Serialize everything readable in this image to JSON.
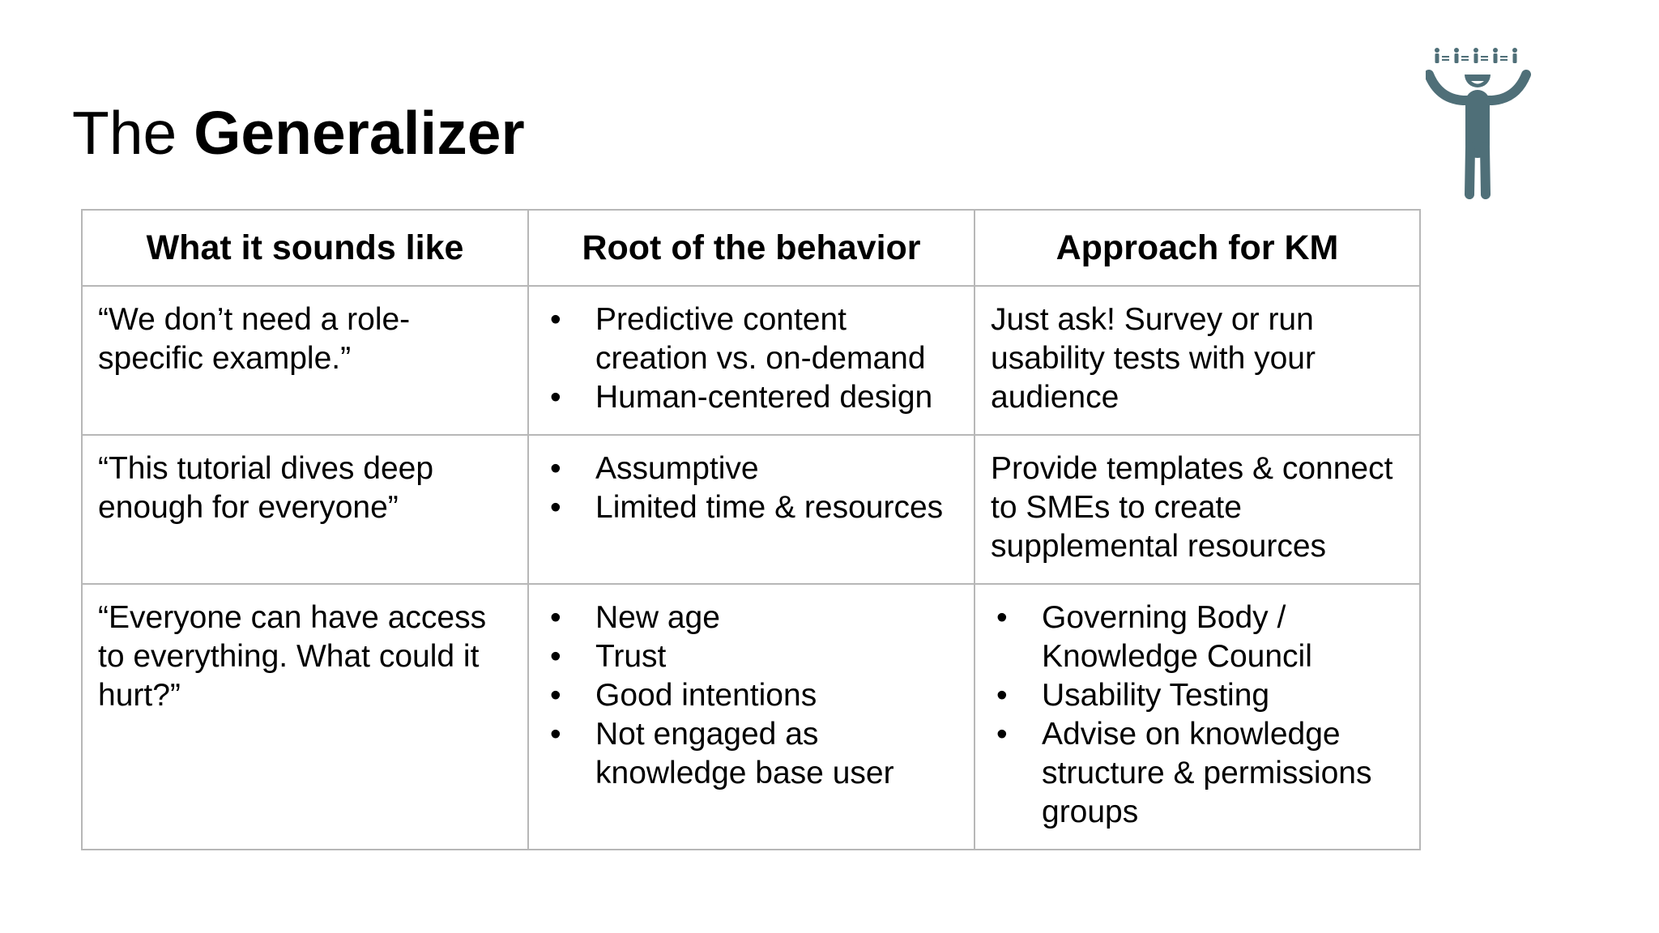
{
  "title": {
    "prefix": "The",
    "bold": "Generalizer"
  },
  "icon": "generalizer-person-icon",
  "colors": {
    "icon": "#4f6f78",
    "border": "#b7b7b7",
    "text": "#000000"
  },
  "table": {
    "headers": [
      "What it sounds like",
      "Root of the behavior",
      "Approach for KM"
    ],
    "rows": [
      {
        "quote": "“We don’t need a role-specific example.”",
        "root": [
          "Predictive content creation vs. on-demand",
          "Human-centered design"
        ],
        "approach_text": "Just ask! Survey or run usability tests with your audience"
      },
      {
        "quote": "“This tutorial dives deep enough for everyone”",
        "root": [
          "Assumptive",
          "Limited time & resources"
        ],
        "approach_text": "Provide templates & connect to SMEs to create supplemental resources"
      },
      {
        "quote": "“Everyone can have access to everything. What could it hurt?”",
        "root": [
          "New age",
          "Trust",
          "Good intentions",
          "Not engaged as knowledge base user"
        ],
        "approach_list": [
          "Governing Body / Knowledge Council",
          "Usability Testing",
          "Advise on knowledge structure & permissions groups"
        ]
      }
    ]
  }
}
